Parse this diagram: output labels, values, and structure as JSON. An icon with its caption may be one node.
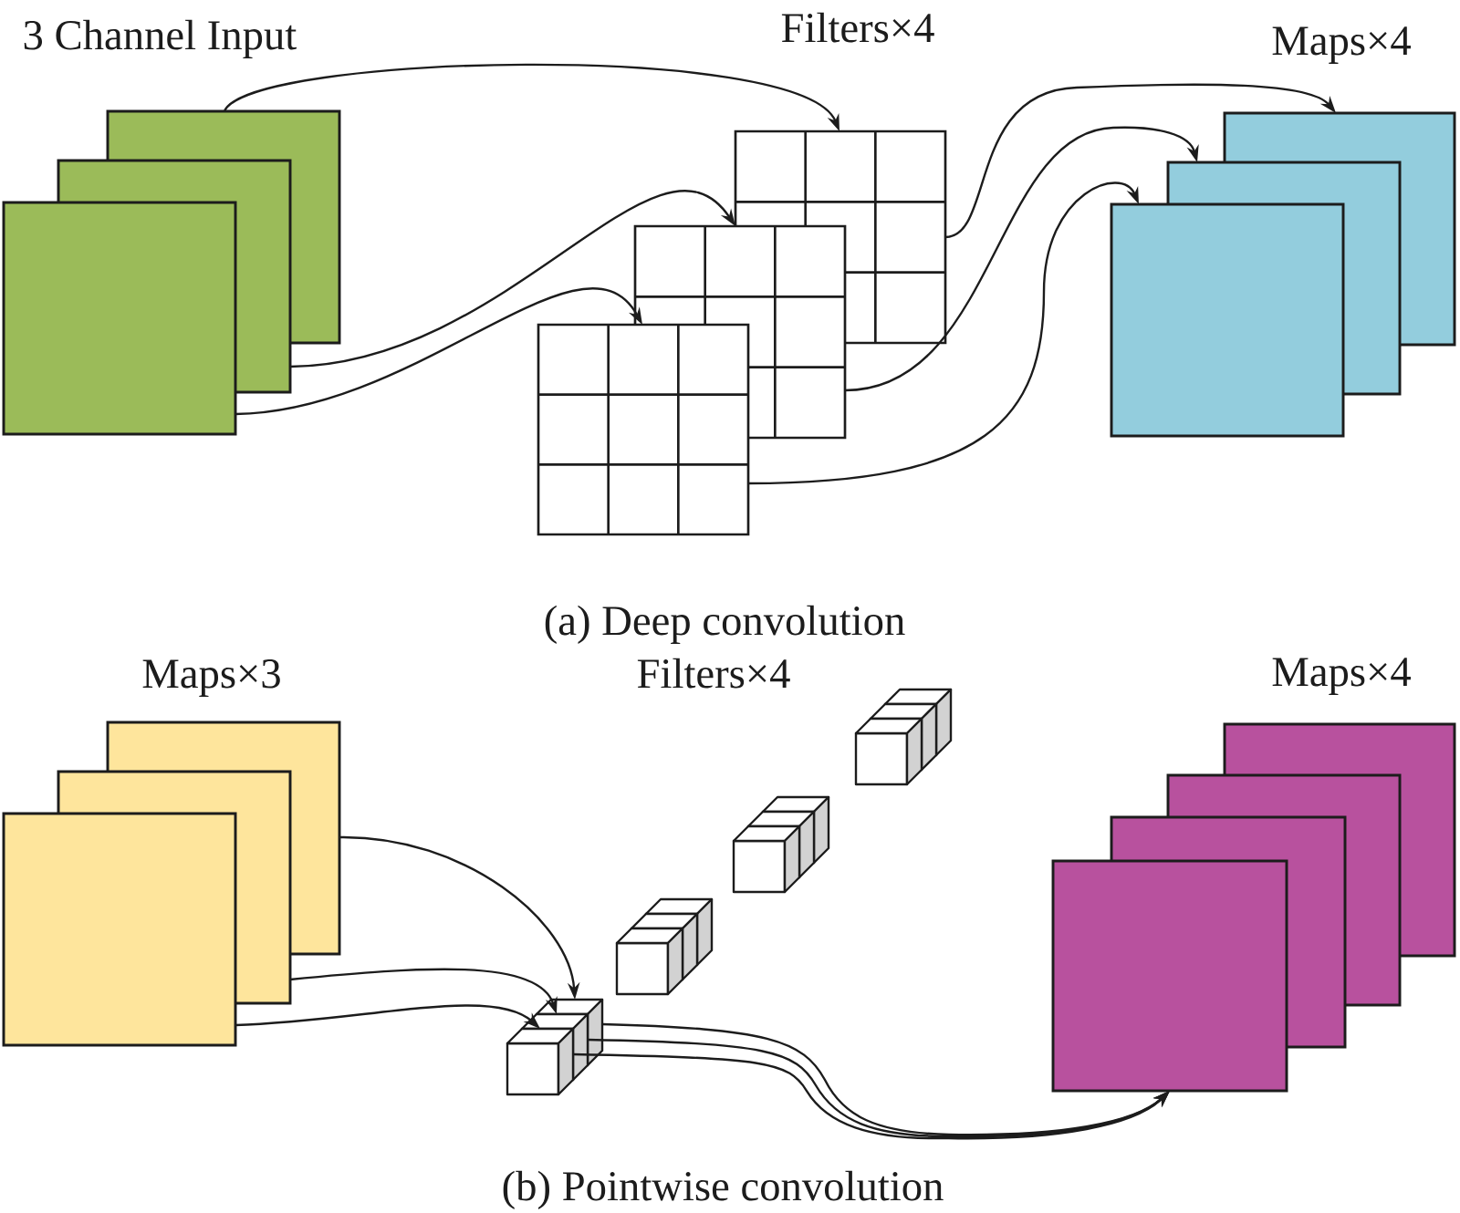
{
  "diagram": {
    "nodes": [
      {
        "text": [],
        "shape": "box"
      },
      {
        "text": [],
        "shape": "box"
      },
      {
        "text": [],
        "shape": "box"
      },
      {
        "text": [],
        "shape": "grid"
      },
      {
        "text": [],
        "shape": "grid"
      },
      {
        "text": [],
        "shape": "grid"
      },
      {
        "text": [],
        "shape": "box"
      },
      {
        "text": [],
        "shape": "box"
      },
      {
        "text": [],
        "shape": "box"
      },
      {
        "text": [],
        "shape": "box"
      },
      {
        "text": [],
        "shape": "box"
      },
      {
        "text": [],
        "shape": "box"
      },
      {
        "text": [],
        "shape": "cube"
      },
      {
        "text": [],
        "shape": "cube"
      },
      {
        "text": [],
        "shape": "cube"
      },
      {
        "text": [],
        "shape": "cube"
      },
      {
        "text": [],
        "shape": "cube"
      },
      {
        "text": [],
        "shape": "cube"
      },
      {
        "text": [],
        "shape": "cube"
      },
      {
        "text": [],
        "shape": "cube"
      },
      {
        "text": [],
        "shape": "cube"
      },
      {
        "text": [],
        "shape": "cube"
      },
      {
        "text": [],
        "shape": "cube"
      },
      {
        "text": [],
        "shape": "cube"
      },
      {
        "text": [],
        "shape": "box"
      },
      {
        "text": [],
        "shape": "box"
      },
      {
        "text": [],
        "shape": "box"
      },
      {
        "text": [],
        "shape": "box"
      }
    ],
    "edges": [
      {
        "from": 0,
        "to": 3,
        "arrow": "to"
      },
      {
        "from": 1,
        "to": 4,
        "arrow": "to"
      },
      {
        "from": 2,
        "to": 5,
        "arrow": "to"
      },
      {
        "from": 3,
        "to": 6,
        "arrow": "to"
      },
      {
        "from": 4,
        "to": 7,
        "arrow": "to"
      },
      {
        "from": 5,
        "to": 8,
        "arrow": "to"
      },
      {
        "from": 9,
        "to": 12,
        "arrow": "to"
      },
      {
        "from": 10,
        "to": 13,
        "arrow": "to"
      },
      {
        "from": 11,
        "to": 14,
        "arrow": "to"
      },
      {
        "from": 12,
        "to": 27,
        "arrow": "to"
      },
      {
        "from": 13,
        "to": 27,
        "arrow": "to"
      },
      {
        "from": 14,
        "to": 27,
        "arrow": "to"
      }
    ],
    "labels": [
      "3 Channel Input",
      "Filters×4",
      "Maps×4",
      "(a) Deep convolution",
      "Maps×3",
      "Filters×4",
      "Maps×4",
      "(b) Pointwise convolution"
    ]
  }
}
